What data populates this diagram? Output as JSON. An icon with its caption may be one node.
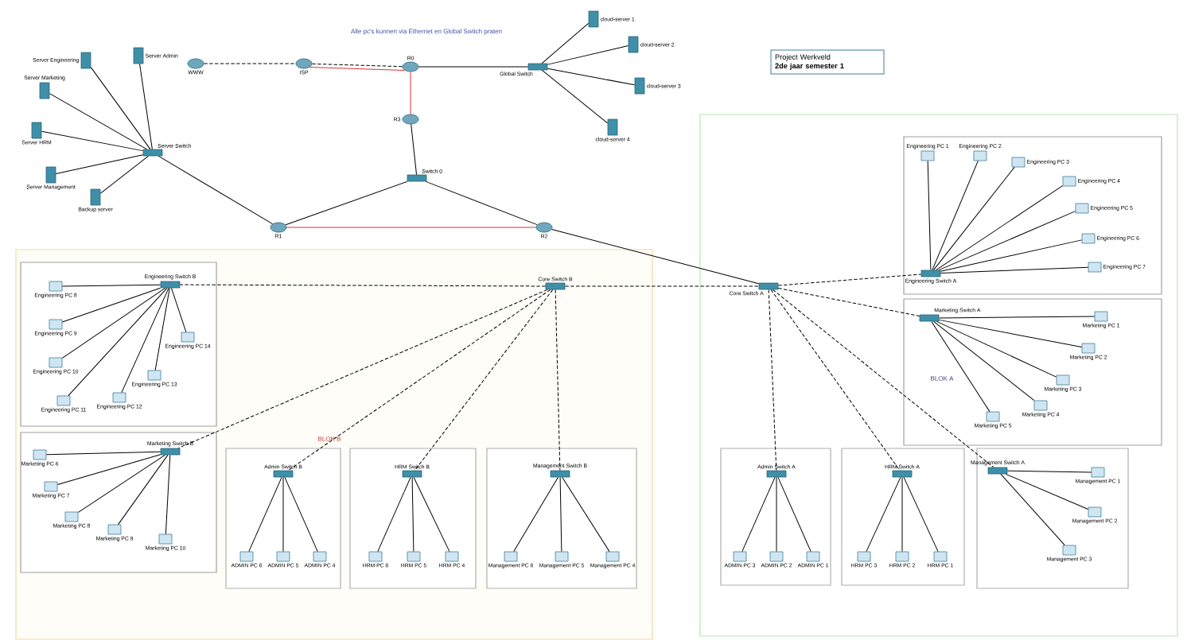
{
  "diagram": {
    "nodes": [
      {
        "text": [],
        "shape": "box"
      },
      {
        "text": [],
        "shape": "box"
      },
      {
        "text": [],
        "shape": "box",
        "in": 0
      },
      {
        "text": [],
        "shape": "box",
        "in": 0
      },
      {
        "text": [],
        "shape": "box",
        "in": 0
      },
      {
        "text": [],
        "shape": "box",
        "in": 0
      },
      {
        "text": [],
        "shape": "box",
        "in": 0
      },
      {
        "text": [],
        "shape": "box",
        "in": 1
      },
      {
        "text": [],
        "shape": "box",
        "in": 1
      },
      {
        "text": [],
        "shape": "box",
        "in": 1
      },
      {
        "text": [],
        "shape": "box",
        "in": 1
      },
      {
        "text": [],
        "shape": "box",
        "in": 1
      },
      {
        "text": [
          "Project Werkveld",
          "2de jaar semester 1"
        ]
      },
      {
        "text": [
          "Server Engineering"
        ]
      },
      {
        "text": [
          "Server Admin"
        ]
      },
      {
        "text": [
          "Server Marketing"
        ]
      },
      {
        "text": [
          "Server HRM"
        ]
      },
      {
        "text": [
          "Server Management"
        ]
      },
      {
        "text": [
          "Backup server"
        ]
      },
      {
        "text": [
          "Server Switch"
        ]
      },
      {
        "text": [
          "WWW"
        ]
      },
      {
        "text": [
          "ISP"
        ]
      },
      {
        "text": [
          "R0"
        ]
      },
      {
        "text": [
          "Global Switch"
        ]
      },
      {
        "text": [
          "cloud-server 1"
        ]
      },
      {
        "text": [
          "cloud-server 2"
        ]
      },
      {
        "text": [
          "cloud-server 3"
        ]
      },
      {
        "text": [
          "cloud-server 4"
        ]
      },
      {
        "text": [
          "R3"
        ]
      },
      {
        "text": [
          "Switch 0"
        ]
      },
      {
        "text": [
          "R1"
        ]
      },
      {
        "text": [
          "R2"
        ]
      },
      {
        "text": [
          "Core Switch B"
        ],
        "in": 0
      },
      {
        "text": [
          "Core Switch A"
        ],
        "in": 1
      },
      {
        "text": [
          "Engineering Switch B"
        ],
        "in": 2
      },
      {
        "text": [
          "Engineering PC 8"
        ],
        "in": 2
      },
      {
        "text": [
          "Engineering PC 9"
        ],
        "in": 2
      },
      {
        "text": [
          "Engineering PC 10"
        ],
        "in": 2
      },
      {
        "text": [
          "Engineering PC 11"
        ],
        "in": 2
      },
      {
        "text": [
          "Engineering PC 12"
        ],
        "in": 2
      },
      {
        "text": [
          "Engineering PC 13"
        ],
        "in": 2
      },
      {
        "text": [
          "Engineering PC 14"
        ],
        "in": 2
      },
      {
        "text": [
          "Marketing Switch B"
        ],
        "in": 3
      },
      {
        "text": [
          "Marketing PC 6"
        ],
        "in": 3
      },
      {
        "text": [
          "Marketing PC 7"
        ],
        "in": 3
      },
      {
        "text": [
          "Marketing PC 8"
        ],
        "in": 3
      },
      {
        "text": [
          "Marketing PC 9"
        ],
        "in": 3
      },
      {
        "text": [
          "Marketing PC 10"
        ],
        "in": 3
      },
      {
        "text": [
          "Admin Switch B"
        ],
        "in": 4
      },
      {
        "text": [
          "ADMIN PC 6"
        ],
        "in": 4
      },
      {
        "text": [
          "ADMIN PC 5"
        ],
        "in": 4
      },
      {
        "text": [
          "ADMIN PC 4"
        ],
        "in": 4
      },
      {
        "text": [
          "HRM Switch B"
        ],
        "in": 5
      },
      {
        "text": [
          "HRM PC 6"
        ],
        "in": 5
      },
      {
        "text": [
          "HRM PC 5"
        ],
        "in": 5
      },
      {
        "text": [
          "HRM PC 4"
        ],
        "in": 5
      },
      {
        "text": [
          "Management Switch B"
        ],
        "in": 6
      },
      {
        "text": [
          "Management PC 6"
        ],
        "in": 6
      },
      {
        "text": [
          "Management PC 5"
        ],
        "in": 6
      },
      {
        "text": [
          "Management PC 4"
        ],
        "in": 6
      },
      {
        "text": [
          "Engineering Switch A"
        ],
        "in": 7
      },
      {
        "text": [
          "Engineering PC 1"
        ],
        "in": 7
      },
      {
        "text": [
          "Engineering PC 2"
        ],
        "in": 7
      },
      {
        "text": [
          "Engineering PC 3"
        ],
        "in": 7
      },
      {
        "text": [
          "Engineering PC 4"
        ],
        "in": 7
      },
      {
        "text": [
          "Engineering PC 5"
        ],
        "in": 7
      },
      {
        "text": [
          "Engineering PC 6"
        ],
        "in": 7
      },
      {
        "text": [
          "Engineering PC 7"
        ],
        "in": 7
      },
      {
        "text": [
          "Marketing Switch A"
        ],
        "in": 8
      },
      {
        "text": [
          "Marketing PC 1"
        ],
        "in": 8
      },
      {
        "text": [
          "Marketing PC 2"
        ],
        "in": 8
      },
      {
        "text": [
          "Marketing PC 3"
        ],
        "in": 8
      },
      {
        "text": [
          "Marketing PC 4"
        ],
        "in": 8
      },
      {
        "text": [
          "Marketing PC 5"
        ],
        "in": 8
      },
      {
        "text": [
          "Admin Switch A"
        ],
        "in": 9
      },
      {
        "text": [
          "ADMIN PC 3"
        ],
        "in": 9
      },
      {
        "text": [
          "ADMIN PC 2"
        ],
        "in": 9
      },
      {
        "text": [
          "ADMIN PC 1"
        ],
        "in": 9
      },
      {
        "text": [
          "HRM Switch A"
        ],
        "in": 10
      },
      {
        "text": [
          "HRM PC 3"
        ],
        "in": 10
      },
      {
        "text": [
          "HRM PC 2"
        ],
        "in": 10
      },
      {
        "text": [
          "HRM PC 1"
        ],
        "in": 10
      },
      {
        "text": [
          "Management Switch A"
        ],
        "in": 11
      },
      {
        "text": [
          "Management PC 1"
        ],
        "in": 11
      },
      {
        "text": [
          "Management PC 2"
        ],
        "in": 11
      },
      {
        "text": [
          "Management PC 3"
        ],
        "in": 11
      }
    ],
    "edges": [
      {
        "from": 19,
        "to": 13,
        "arrow": "none"
      },
      {
        "from": 19,
        "to": 14,
        "arrow": "none"
      },
      {
        "from": 19,
        "to": 15,
        "arrow": "none"
      },
      {
        "from": 19,
        "to": 16,
        "arrow": "none"
      },
      {
        "from": 19,
        "to": 17,
        "arrow": "none"
      },
      {
        "from": 19,
        "to": 18,
        "arrow": "none"
      },
      {
        "from": 19,
        "to": 30,
        "arrow": "none"
      },
      {
        "from": 20,
        "to": 21,
        "arrow": "none",
        "style": "dashed"
      },
      {
        "from": 21,
        "to": 22,
        "arrow": "none",
        "style": "dashed"
      },
      {
        "from": 21,
        "to": 22,
        "arrow": "none",
        "color": "#e03030"
      },
      {
        "from": 22,
        "to": 23,
        "arrow": "none"
      },
      {
        "from": 23,
        "to": 24,
        "arrow": "none"
      },
      {
        "from": 23,
        "to": 25,
        "arrow": "none"
      },
      {
        "from": 23,
        "to": 26,
        "arrow": "none"
      },
      {
        "from": 23,
        "to": 27,
        "arrow": "none"
      },
      {
        "from": 22,
        "to": 28,
        "arrow": "none",
        "color": "#e03030"
      },
      {
        "from": 28,
        "to": 29,
        "arrow": "none"
      },
      {
        "from": 29,
        "to": 30,
        "arrow": "none"
      },
      {
        "from": 29,
        "to": 31,
        "arrow": "none"
      },
      {
        "from": 30,
        "to": 31,
        "arrow": "none",
        "color": "#e03030"
      },
      {
        "from": 31,
        "to": 33,
        "arrow": "none"
      },
      {
        "from": 32,
        "to": 33,
        "arrow": "none",
        "style": "dashed"
      },
      {
        "from": 32,
        "to": 34,
        "arrow": "none",
        "style": "dashed"
      },
      {
        "from": 32,
        "to": 42,
        "arrow": "none",
        "style": "dashed"
      },
      {
        "from": 32,
        "to": 48,
        "arrow": "none",
        "style": "dashed"
      },
      {
        "from": 32,
        "to": 52,
        "arrow": "none",
        "style": "dashed"
      },
      {
        "from": 32,
        "to": 56,
        "arrow": "none",
        "style": "dashed"
      },
      {
        "from": 33,
        "to": 60,
        "arrow": "none",
        "style": "dashed"
      },
      {
        "from": 33,
        "to": 68,
        "arrow": "none",
        "style": "dashed"
      },
      {
        "from": 33,
        "to": 74,
        "arrow": "none",
        "style": "dashed"
      },
      {
        "from": 33,
        "to": 78,
        "arrow": "none",
        "style": "dashed"
      },
      {
        "from": 33,
        "to": 82,
        "arrow": "none",
        "style": "dashed"
      },
      {
        "from": 34,
        "to": 35,
        "arrow": "none"
      },
      {
        "from": 34,
        "to": 36,
        "arrow": "none"
      },
      {
        "from": 34,
        "to": 37,
        "arrow": "none"
      },
      {
        "from": 34,
        "to": 38,
        "arrow": "none"
      },
      {
        "from": 34,
        "to": 39,
        "arrow": "none"
      },
      {
        "from": 34,
        "to": 40,
        "arrow": "none"
      },
      {
        "from": 34,
        "to": 41,
        "arrow": "none"
      },
      {
        "from": 42,
        "to": 43,
        "arrow": "none"
      },
      {
        "from": 42,
        "to": 44,
        "arrow": "none"
      },
      {
        "from": 42,
        "to": 45,
        "arrow": "none"
      },
      {
        "from": 42,
        "to": 46,
        "arrow": "none"
      },
      {
        "from": 42,
        "to": 47,
        "arrow": "none"
      },
      {
        "from": 48,
        "to": 49,
        "arrow": "none"
      },
      {
        "from": 48,
        "to": 50,
        "arrow": "none"
      },
      {
        "from": 48,
        "to": 51,
        "arrow": "none"
      },
      {
        "from": 52,
        "to": 53,
        "arrow": "none"
      },
      {
        "from": 52,
        "to": 54,
        "arrow": "none"
      },
      {
        "from": 52,
        "to": 55,
        "arrow": "none"
      },
      {
        "from": 56,
        "to": 57,
        "arrow": "none"
      },
      {
        "from": 56,
        "to": 58,
        "arrow": "none"
      },
      {
        "from": 56,
        "to": 59,
        "arrow": "none"
      },
      {
        "from": 60,
        "to": 61,
        "arrow": "none"
      },
      {
        "from": 60,
        "to": 62,
        "arrow": "none"
      },
      {
        "from": 60,
        "to": 63,
        "arrow": "none"
      },
      {
        "from": 60,
        "to": 64,
        "arrow": "none"
      },
      {
        "from": 60,
        "to": 65,
        "arrow": "none"
      },
      {
        "from": 60,
        "to": 66,
        "arrow": "none"
      },
      {
        "from": 60,
        "to": 67,
        "arrow": "none"
      },
      {
        "from": 68,
        "to": 69,
        "arrow": "none"
      },
      {
        "from": 68,
        "to": 70,
        "arrow": "none"
      },
      {
        "from": 68,
        "to": 71,
        "arrow": "none"
      },
      {
        "from": 68,
        "to": 72,
        "arrow": "none"
      },
      {
        "from": 68,
        "to": 73,
        "arrow": "none"
      },
      {
        "from": 74,
        "to": 75,
        "arrow": "none"
      },
      {
        "from": 74,
        "to": 76,
        "arrow": "none"
      },
      {
        "from": 74,
        "to": 77,
        "arrow": "none"
      },
      {
        "from": 78,
        "to": 79,
        "arrow": "none"
      },
      {
        "from": 78,
        "to": 80,
        "arrow": "none"
      },
      {
        "from": 78,
        "to": 81,
        "arrow": "none"
      },
      {
        "from": 82,
        "to": 83,
        "arrow": "none"
      },
      {
        "from": 82,
        "to": 84,
        "arrow": "none"
      },
      {
        "from": 82,
        "to": 85,
        "arrow": "none"
      }
    ],
    "labels": [
      "Alle pc's kunnen via Ethernet en Global Switch praten",
      "BLOK B",
      "BLOK A"
    ]
  }
}
